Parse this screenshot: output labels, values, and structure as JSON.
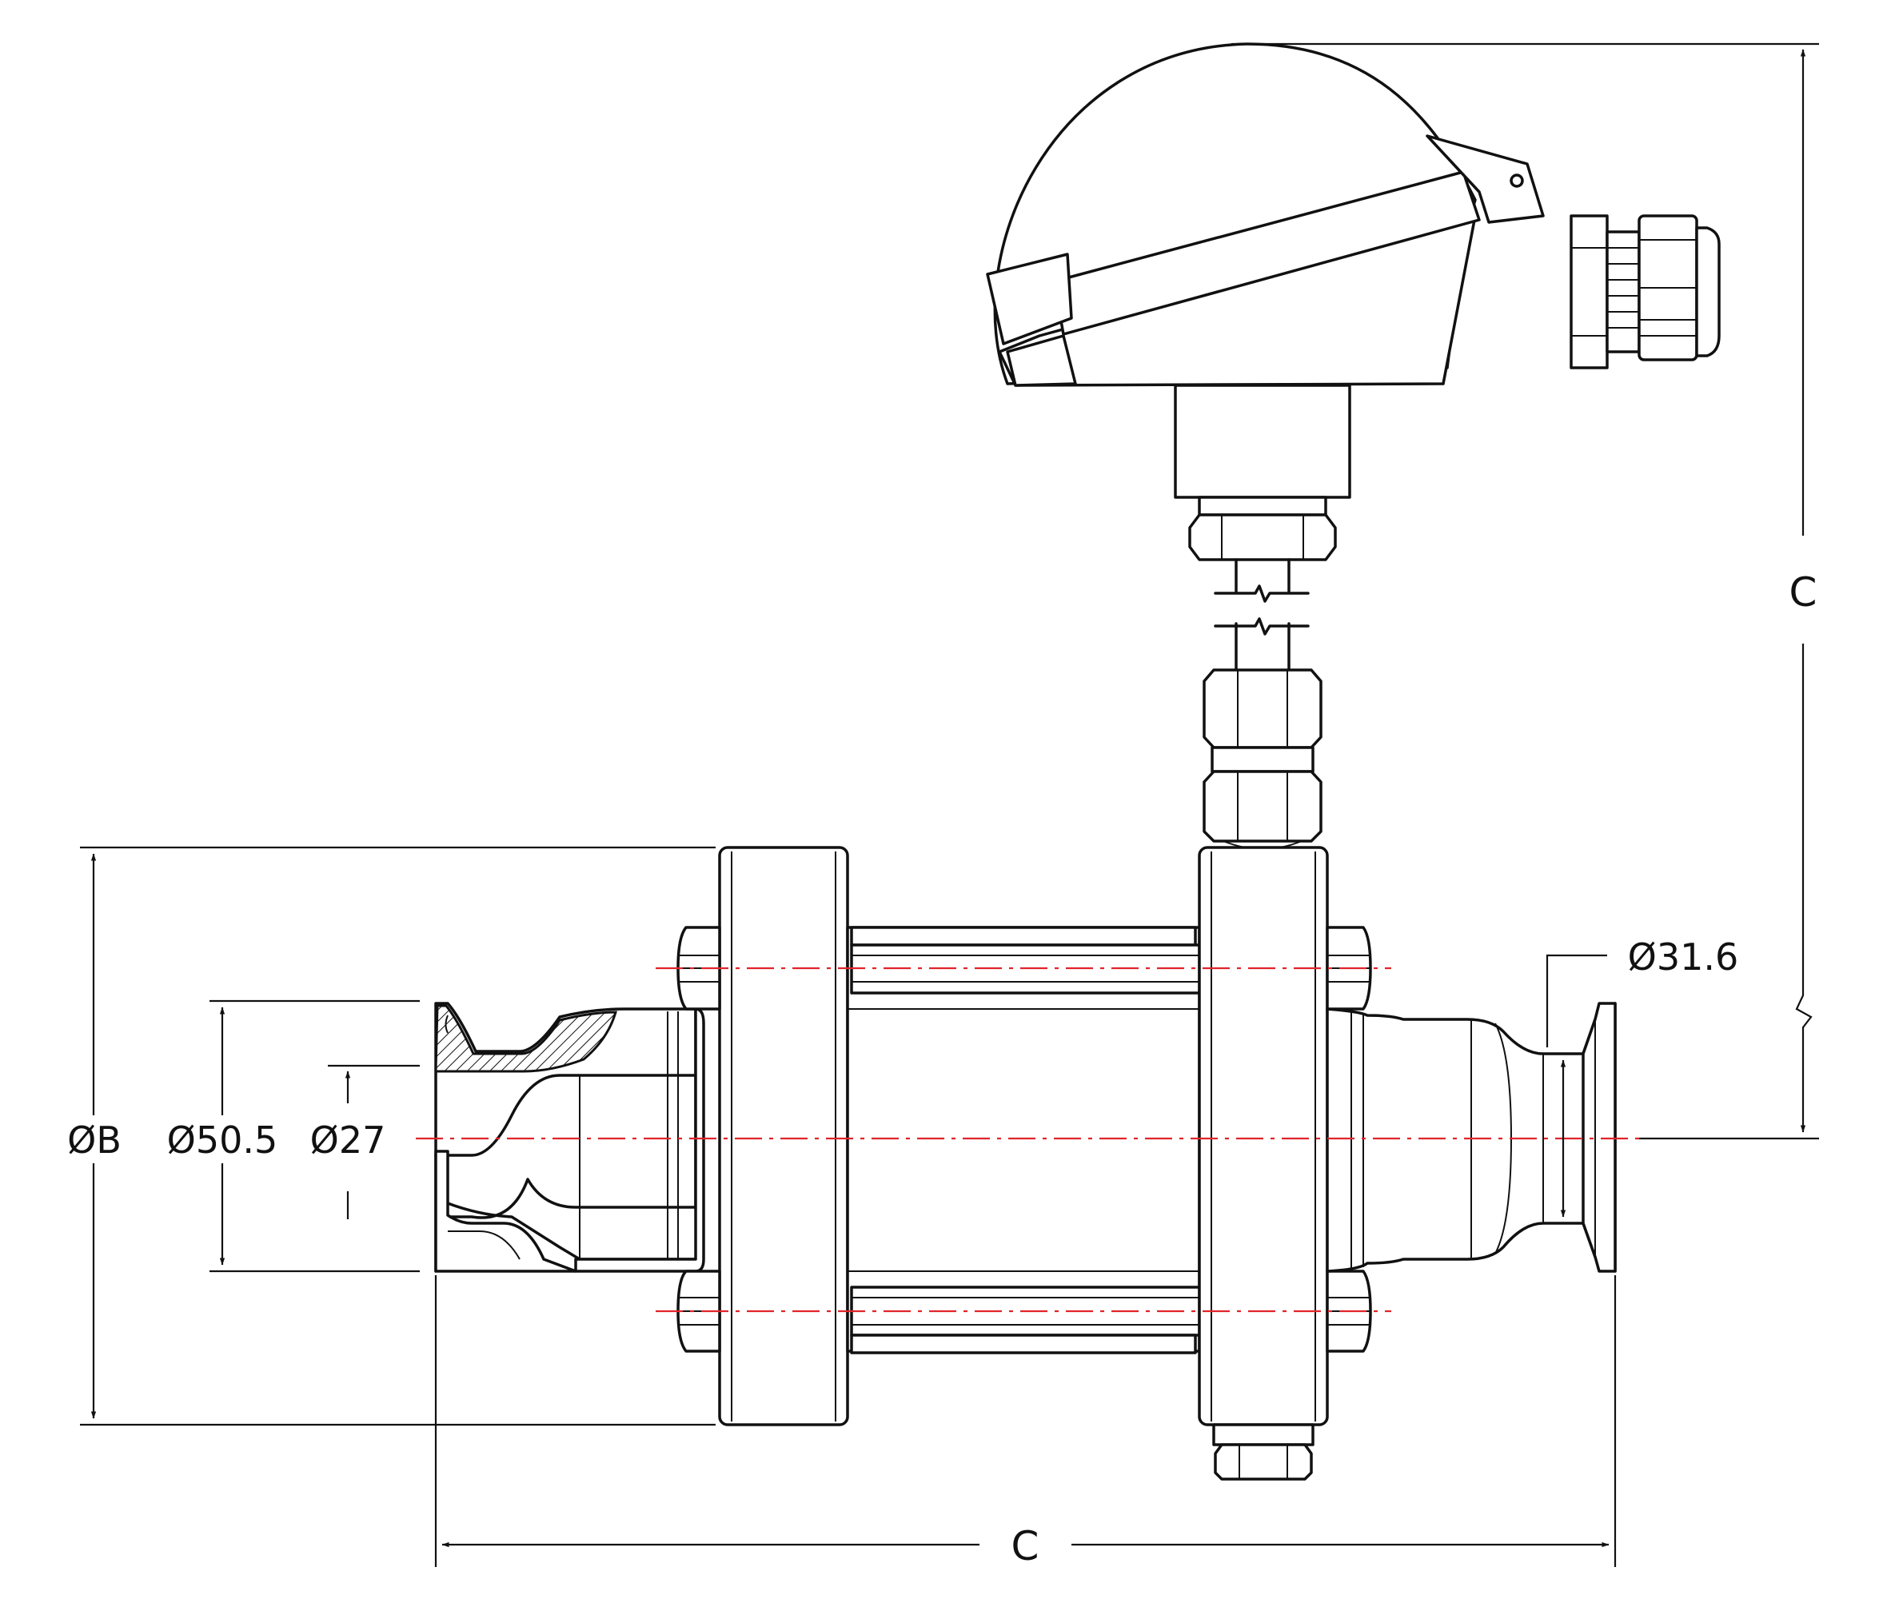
{
  "dimensions": {
    "overall_height": "C",
    "overall_length": "C",
    "flange_diameter": "ØB",
    "clamp_diameter_left": "Ø50.5",
    "bore_diameter_left": "Ø27",
    "bore_diameter_right": "Ø31.6"
  },
  "colors": {
    "outline": "#111111",
    "centerline": "#e0242a",
    "background": "#ffffff"
  }
}
